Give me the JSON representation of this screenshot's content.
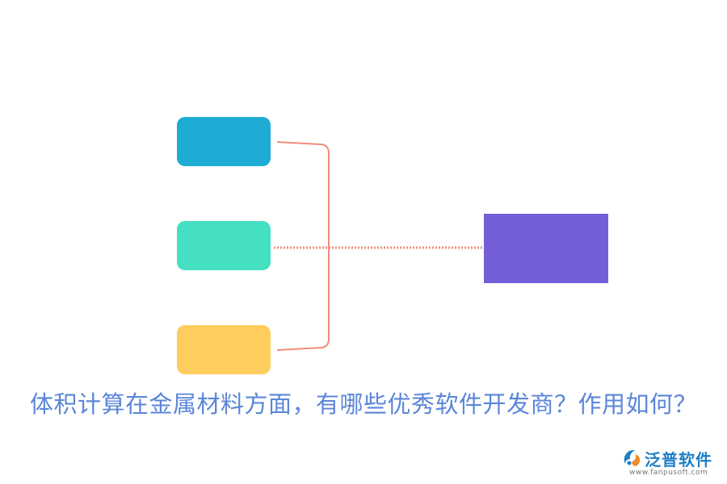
{
  "diagram": {
    "colors": {
      "box_top": "#1EACD4",
      "box_middle": "#45DFC2",
      "box_bottom": "#FFCD5E",
      "box_target": "#745FD8",
      "connector": "#F28D7A",
      "title": "#5B86D8",
      "logo_name": "#1F7FC4",
      "logo_url": "#777777"
    }
  },
  "title": "体积计算在金属材料方面，有哪些优秀软件开发商？作用如何？",
  "logo": {
    "name": "泛普软件",
    "url": "www.fanpusoft.com"
  }
}
